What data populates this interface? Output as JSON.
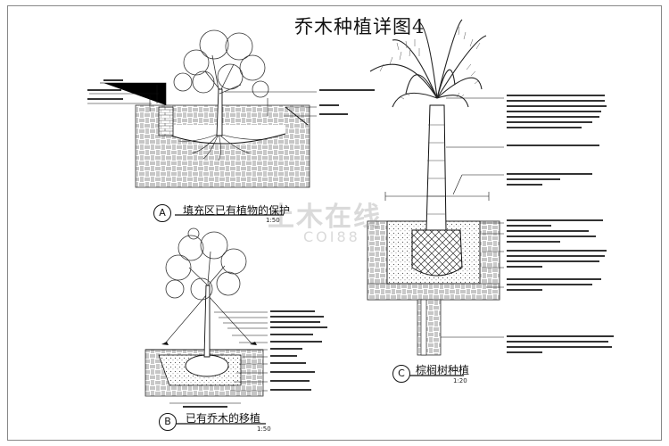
{
  "title": "乔木种植详图4",
  "details": {
    "a": {
      "marker": "A",
      "caption": "填充区已有植物的保护",
      "scale": "1:50"
    },
    "b": {
      "marker": "B",
      "caption": "已有乔木的移植",
      "scale": "1:50"
    },
    "c": {
      "marker": "C",
      "caption": "棕榈树种植",
      "scale": "1:20"
    }
  },
  "watermark": {
    "text": "土木在线",
    "sub": "COI88"
  },
  "colors": {
    "line": "#111111",
    "hatch": "#555555",
    "foliage": "#333333",
    "watermark": "#999999"
  }
}
